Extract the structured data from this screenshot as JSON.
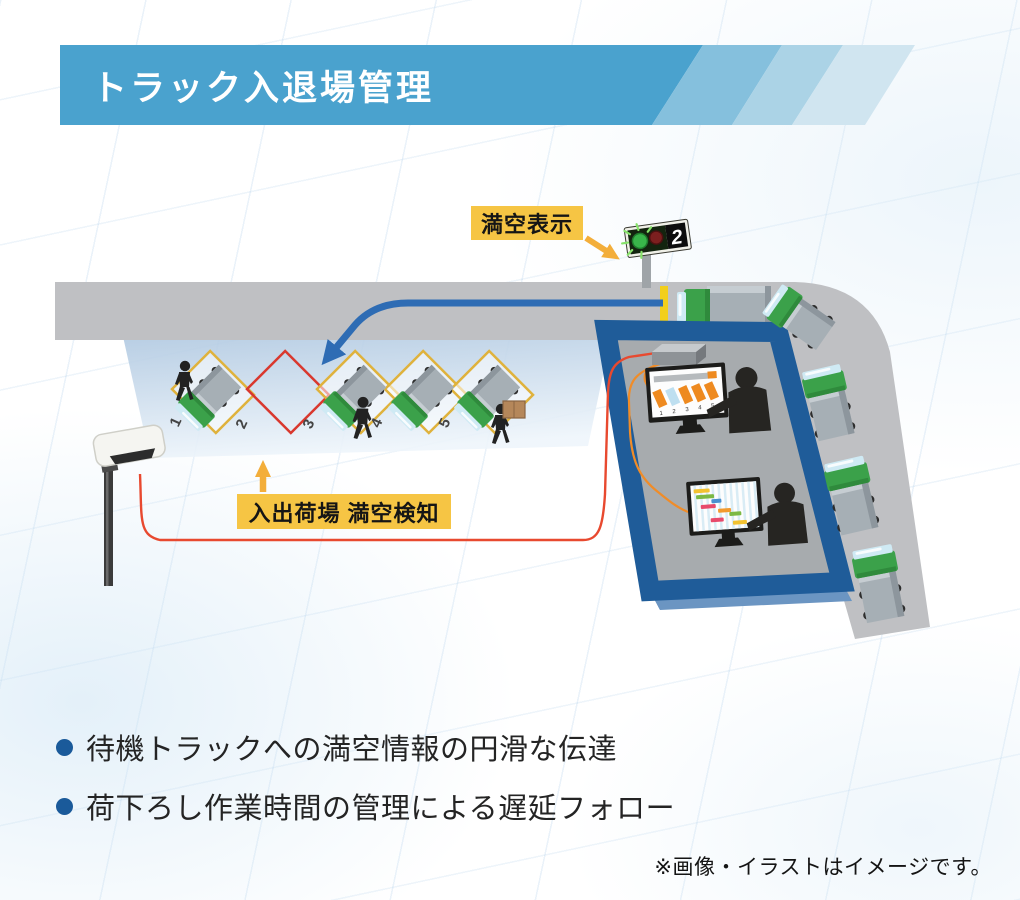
{
  "header": {
    "title": "トラック入退場管理",
    "bar_color": "#4aa2ce",
    "stripe_colors": [
      "#85c0dd",
      "#abd3e6",
      "#d0e5f0"
    ]
  },
  "diagram": {
    "labels": {
      "signal": "満空表示",
      "dock": "入出荷場 満空検知"
    },
    "signal": {
      "count": "2",
      "green_on": true,
      "panel_color": "#13240f",
      "green_color": "#39b54a",
      "red_color": "#7c1f1f"
    },
    "bays": [
      {
        "label": "1",
        "status": "occupied"
      },
      {
        "label": "2",
        "status": "empty"
      },
      {
        "label": "3",
        "status": "occupied"
      },
      {
        "label": "4",
        "status": "occupied"
      },
      {
        "label": "5",
        "status": "occupied"
      }
    ],
    "bay_border_occupied": "#dfb23c",
    "bay_border_empty": "#d9382e",
    "monitor1": {
      "slot_labels": [
        "1",
        "2",
        "3",
        "4",
        "5"
      ],
      "slot_colors": [
        "#ee8a20",
        "#bedff0",
        "#ee8a20",
        "#ee8a20",
        "#ee8a20"
      ],
      "accent": "#ee8a20"
    },
    "monitor2": {
      "type": "gantt",
      "bar_colors": [
        "#f2c231",
        "#7cb944",
        "#4a90d0",
        "#e84a6b",
        "#f29a2e",
        "#7cb944",
        "#e84a6b",
        "#f2c231"
      ]
    },
    "arrow_colors": {
      "route_arrow": "#2e6cb4",
      "label_arrow": "#f3ae3a",
      "camera_cable": "#e8492f",
      "office_cable": "#f08c28"
    },
    "truck_colors": {
      "cab": "#3ba14a",
      "trailer": "#a6afb5",
      "windshield": "#cfeaf4"
    },
    "road_color": "#bfc0c3",
    "building_wall_color": "#1f5c99",
    "stop_line_color": "#f2cf1c"
  },
  "bullets": [
    {
      "text": "待機トラックへの満空情報の円滑な伝達"
    },
    {
      "text": "荷下ろし作業時間の管理による遅延フォロー"
    }
  ],
  "disclaimer": "※画像・イラストはイメージです。"
}
